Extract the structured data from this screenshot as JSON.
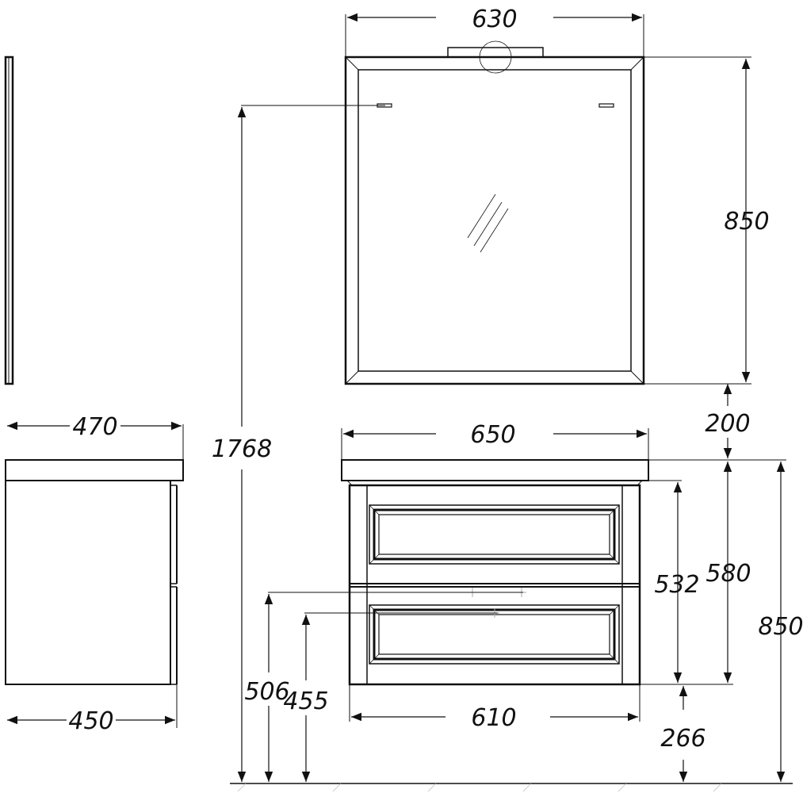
{
  "dimensions": {
    "mirror_width": "630",
    "mirror_height": "850",
    "mirror_gap": "200",
    "total_height": "1768",
    "side_top_depth": "470",
    "side_body_depth": "450",
    "top_width": "650",
    "body_width": "610",
    "cabinet_height": "580",
    "front_height": "532",
    "overall_cabinet_height": "850",
    "floor_clearance": "266",
    "drain_height_1": "506",
    "drain_height_2": "455"
  },
  "colors": {
    "line": "#111111",
    "background": "#ffffff"
  }
}
